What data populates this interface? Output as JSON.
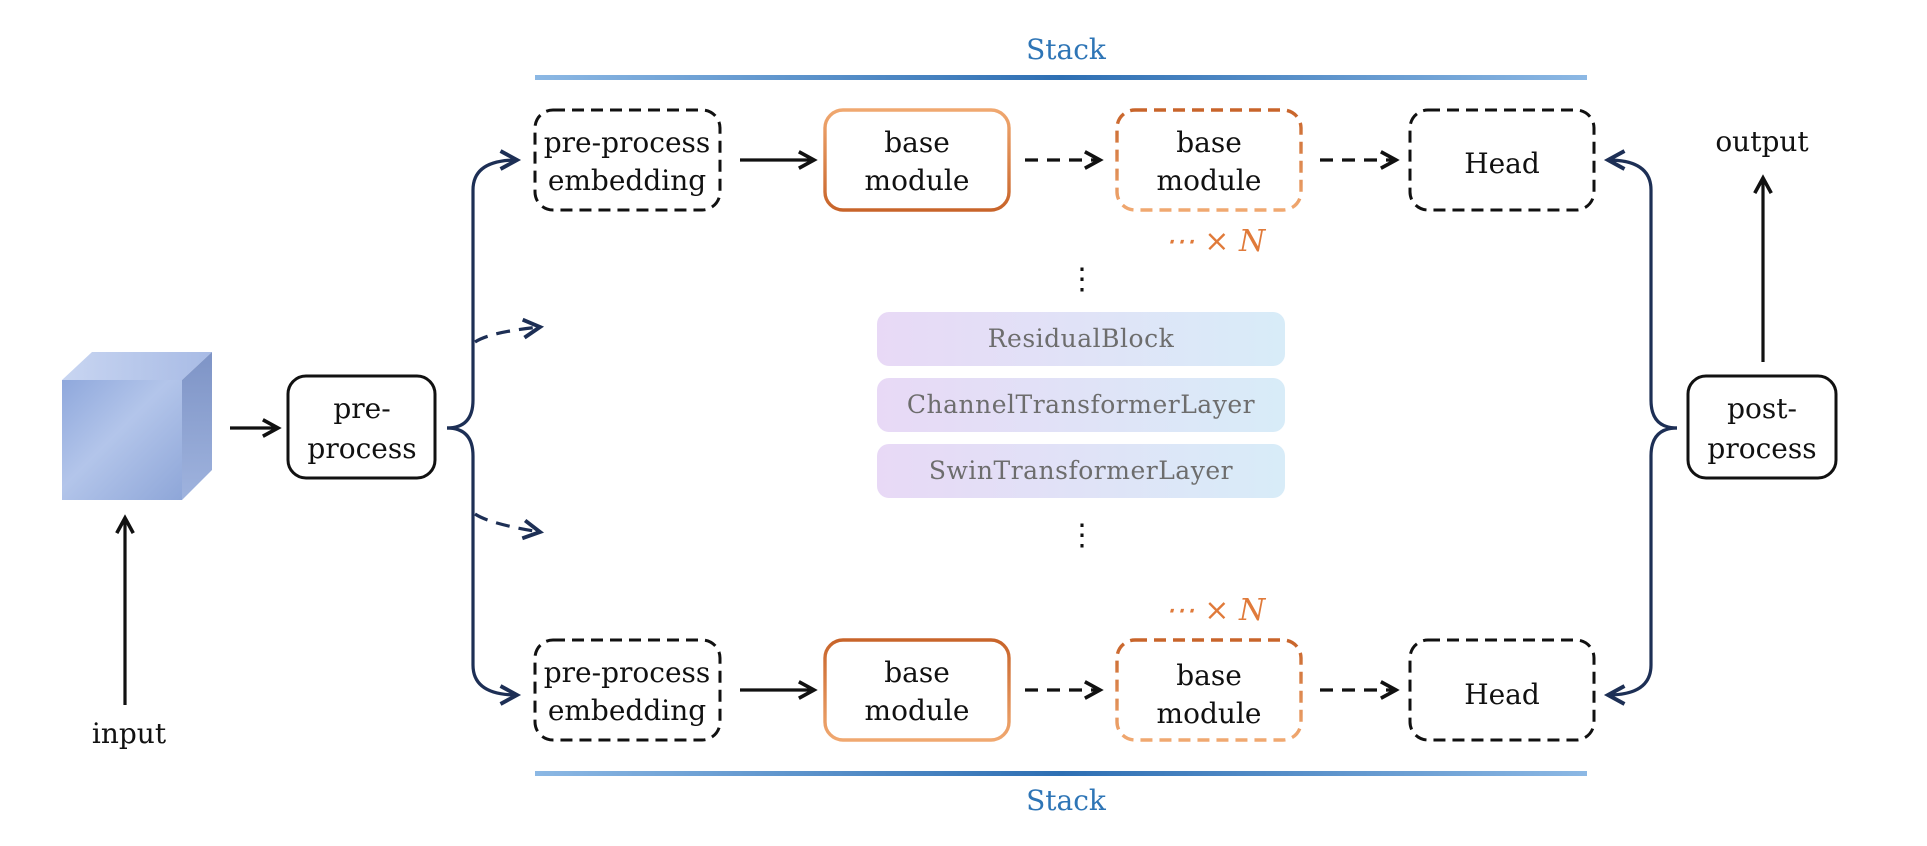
{
  "input": {
    "label": "input"
  },
  "preprocess": {
    "line1": "pre-",
    "line2": "process"
  },
  "postprocess": {
    "line1": "post-",
    "line2": "process"
  },
  "output": {
    "label": "output"
  },
  "stack_top": {
    "label": "Stack"
  },
  "stack_bottom": {
    "label": "Stack"
  },
  "top_row": {
    "embedding": {
      "line1": "pre-process",
      "line2": "embedding"
    },
    "base_module": {
      "line1": "base",
      "line2": "module"
    },
    "base_module_repeat": {
      "line1": "base",
      "line2": "module"
    },
    "repeat_label": "⋯ × N",
    "head": {
      "label": "Head"
    }
  },
  "bottom_row": {
    "embedding": {
      "line1": "pre-process",
      "line2": "embedding"
    },
    "base_module": {
      "line1": "base",
      "line2": "module"
    },
    "base_module_repeat": {
      "line1": "base",
      "line2": "module"
    },
    "repeat_label": "⋯ × N",
    "head": {
      "label": "Head"
    }
  },
  "layers": {
    "items": [
      "ResidualBlock",
      "ChannelTransformerLayer",
      "SwinTransformerLayer"
    ],
    "ellipsis_above": "⋮",
    "ellipsis_below": "⋮"
  },
  "colors": {
    "navy_arrow": "#1d2f55",
    "black": "#111111",
    "orange_dark": "#c8642a",
    "orange_light": "#f0a870",
    "stack_blue": "#2e75b6",
    "cube_face": "#8fa8dc"
  }
}
